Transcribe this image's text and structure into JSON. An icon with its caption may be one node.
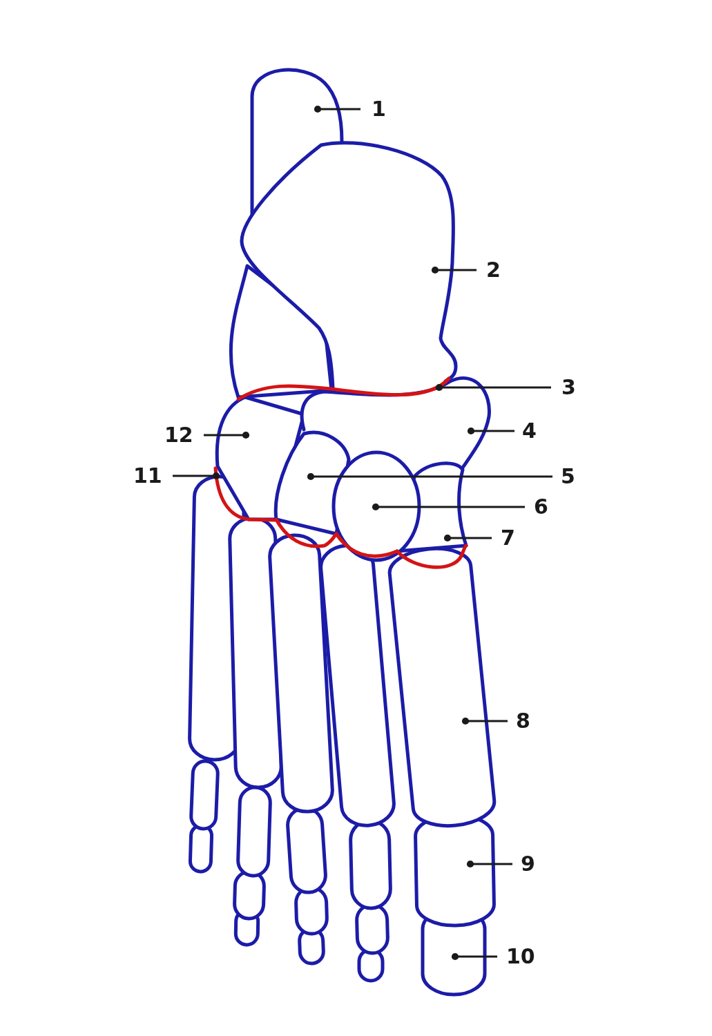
{
  "diagram": {
    "nodes": [
      {
        "text": [
          "1"
        ]
      },
      {
        "text": [
          "2"
        ]
      },
      {
        "text": [
          "3"
        ]
      },
      {
        "text": [
          "4"
        ]
      },
      {
        "text": [
          "5"
        ]
      },
      {
        "text": [
          "6"
        ]
      },
      {
        "text": [
          "7"
        ]
      },
      {
        "text": [
          "8"
        ]
      },
      {
        "text": [
          "9"
        ]
      },
      {
        "text": [
          "10"
        ]
      },
      {
        "text": [
          "11"
        ]
      },
      {
        "text": [
          "12"
        ]
      }
    ],
    "edges": [
      {
        "from": 0,
        "to": null,
        "arrow": "other"
      },
      {
        "from": 1,
        "to": null,
        "arrow": "other"
      },
      {
        "from": 2,
        "to": null,
        "arrow": "other"
      },
      {
        "from": 3,
        "to": null,
        "arrow": "other"
      },
      {
        "from": 4,
        "to": null,
        "arrow": "other"
      },
      {
        "from": 5,
        "to": null,
        "arrow": "other"
      },
      {
        "from": 6,
        "to": null,
        "arrow": "other"
      },
      {
        "from": 7,
        "to": null,
        "arrow": "other"
      },
      {
        "from": 8,
        "to": null,
        "arrow": "other"
      },
      {
        "from": 9,
        "to": null,
        "arrow": "other"
      },
      {
        "from": 10,
        "to": null,
        "arrow": "other"
      },
      {
        "from": 11,
        "to": null,
        "arrow": "other"
      }
    ]
  }
}
